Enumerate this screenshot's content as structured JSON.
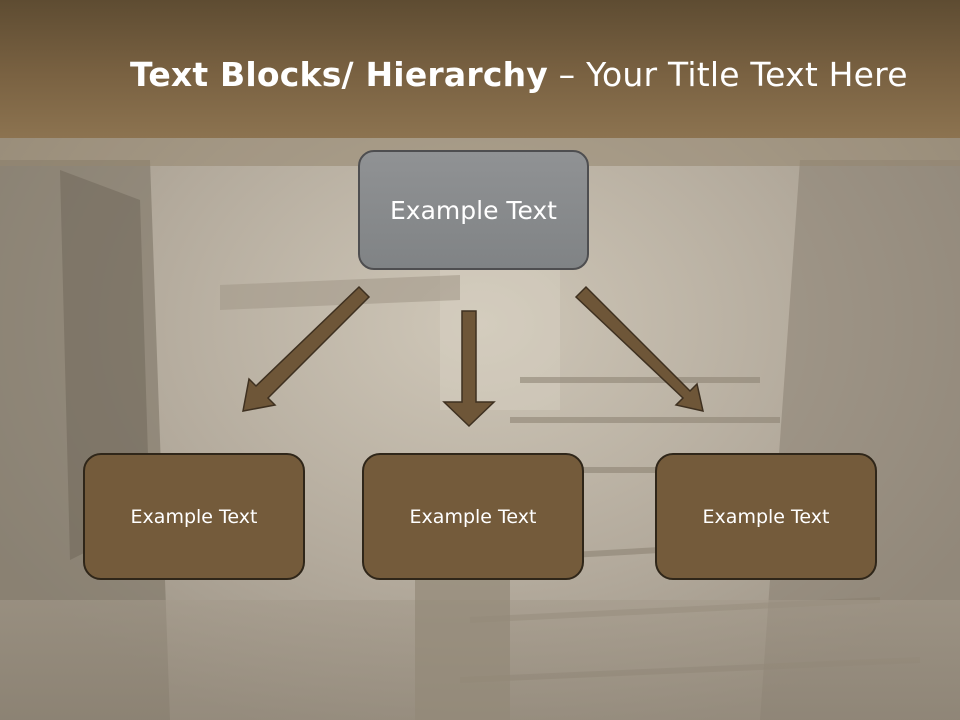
{
  "slide": {
    "title_bold": "Text Blocks/ Hierarchy",
    "title_rest": " – Your Title Text Here"
  },
  "diagram": {
    "root": {
      "label": "Example Text"
    },
    "children": [
      {
        "label": "Example Text"
      },
      {
        "label": "Example Text"
      },
      {
        "label": "Example Text"
      }
    ]
  },
  "colors": {
    "title_bar": "#7a6242",
    "root_box": "#888a8c",
    "child_box": "#745b3b",
    "arrow": "#6e5638"
  }
}
